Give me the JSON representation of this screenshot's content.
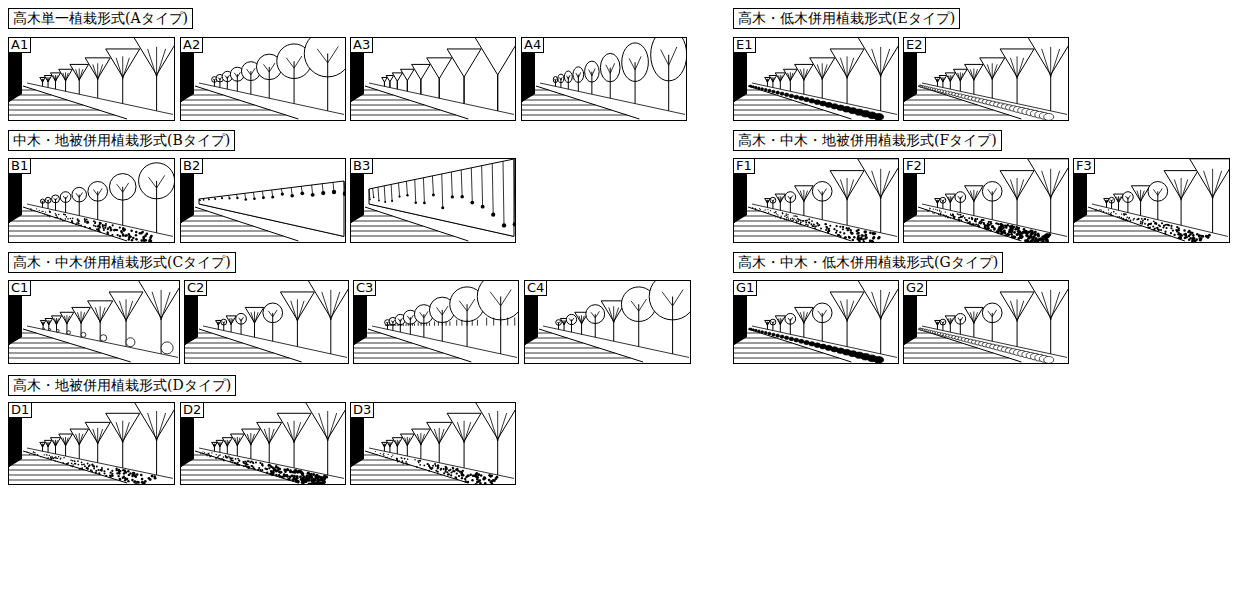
{
  "diagram": {
    "nodes": [
      {
        "text": [
          "高木単一植栽形式(Aタイプ)"
        ]
      },
      {
        "text": [
          "A1"
        ]
      },
      {
        "text": [
          "A2"
        ]
      },
      {
        "text": [
          "A3"
        ]
      },
      {
        "text": [
          "A4"
        ]
      },
      {
        "text": [
          "中木・地被併用植栽形式(Bタイプ)"
        ]
      },
      {
        "text": [
          "B1"
        ]
      },
      {
        "text": [
          "B2"
        ]
      },
      {
        "text": [
          "B3"
        ]
      },
      {
        "text": [
          "高木・中木併用植栽形式(Cタイプ)"
        ]
      },
      {
        "text": [
          "C1"
        ]
      },
      {
        "text": [
          "C2"
        ]
      },
      {
        "text": [
          "C3"
        ]
      },
      {
        "text": [
          "C4"
        ]
      },
      {
        "text": [
          "高木・地被併用植栽形式(Dタイプ)"
        ]
      },
      {
        "text": [
          "D1"
        ]
      },
      {
        "text": [
          "D2"
        ]
      },
      {
        "text": [
          "D3"
        ]
      },
      {
        "text": [
          "高木・低木併用植栽形式(Eタイプ)"
        ]
      },
      {
        "text": [
          "E1"
        ]
      },
      {
        "text": [
          "E2"
        ]
      },
      {
        "text": [
          "高木・中木・地被併用植栽形式(Fタイプ)"
        ]
      },
      {
        "text": [
          "F1"
        ]
      },
      {
        "text": [
          "F2"
        ]
      },
      {
        "text": [
          "F3"
        ]
      },
      {
        "text": [
          "高木・中木・低木併用植栽形式(Gタイプ)"
        ]
      },
      {
        "text": [
          "G1"
        ]
      },
      {
        "text": [
          "G2"
        ]
      }
    ]
  }
}
